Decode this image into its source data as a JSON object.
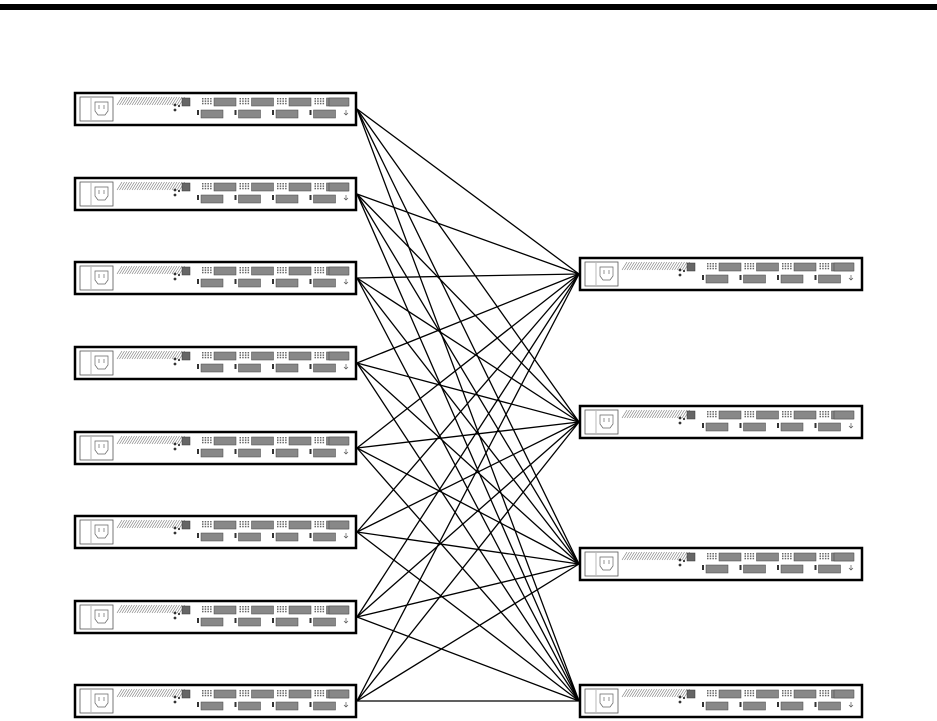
{
  "diagram": {
    "leaf_switch_count": 8,
    "spine_switch_count": 4,
    "links": [
      [
        0,
        0
      ],
      [
        0,
        1
      ],
      [
        0,
        2
      ],
      [
        0,
        3
      ],
      [
        1,
        0
      ],
      [
        1,
        1
      ],
      [
        1,
        2
      ],
      [
        1,
        3
      ],
      [
        2,
        0
      ],
      [
        2,
        1
      ],
      [
        2,
        2
      ],
      [
        2,
        3
      ],
      [
        3,
        0
      ],
      [
        3,
        1
      ],
      [
        3,
        2
      ],
      [
        3,
        3
      ],
      [
        4,
        0
      ],
      [
        4,
        1
      ],
      [
        4,
        2
      ],
      [
        4,
        3
      ],
      [
        5,
        0
      ],
      [
        5,
        1
      ],
      [
        5,
        2
      ],
      [
        5,
        3
      ],
      [
        6,
        0
      ],
      [
        6,
        1
      ],
      [
        6,
        2
      ],
      [
        6,
        3
      ],
      [
        7,
        0
      ],
      [
        7,
        1
      ],
      [
        7,
        2
      ],
      [
        7,
        3
      ]
    ]
  }
}
